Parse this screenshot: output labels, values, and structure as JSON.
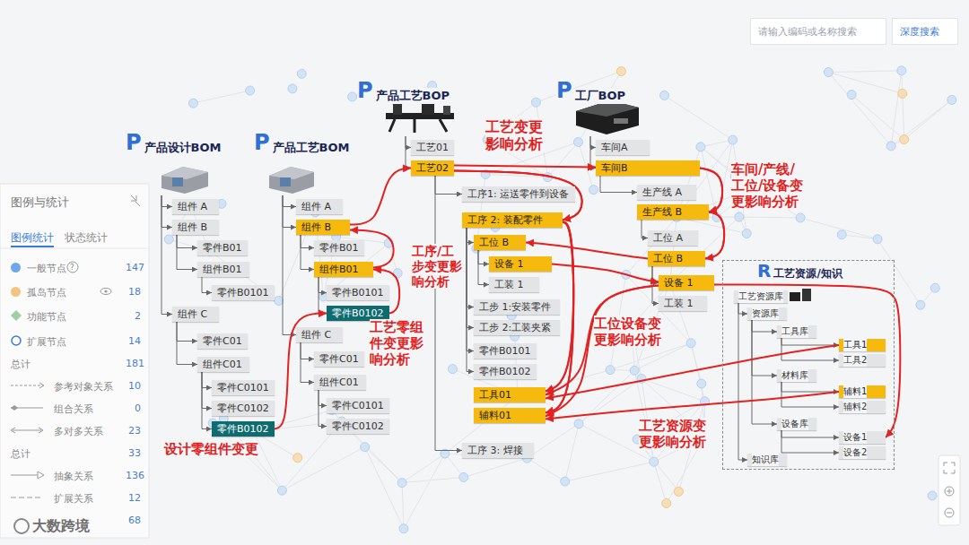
{
  "diagram": {
    "nodes": [
      {
        "text": [
          "请输入编码或名称搜索"
        ]
      },
      {
        "text": [
          "深度搜索"
        ]
      },
      {
        "text": [
          "图例与统计"
        ]
      },
      {
        "text": [
          "P",
          "产品设计BOM"
        ]
      },
      {
        "text": [
          "组件 A"
        ]
      },
      {
        "text": [
          "组件 B"
        ]
      },
      {
        "text": [
          "零件B01"
        ]
      },
      {
        "text": [
          "组件B01"
        ]
      },
      {
        "text": [
          "零件B0101"
        ]
      },
      {
        "text": [
          "组件 C"
        ]
      },
      {
        "text": [
          "零件C01"
        ]
      },
      {
        "text": [
          "组件C01"
        ]
      },
      {
        "text": [
          "零件C0101"
        ]
      },
      {
        "text": [
          "零件C0102"
        ]
      },
      {
        "text": [
          "零件B0102"
        ]
      },
      {
        "text": [
          "P",
          "产品工艺BOM"
        ]
      },
      {
        "text": [
          "组件 A"
        ]
      },
      {
        "text": [
          "组件 B"
        ]
      },
      {
        "text": [
          "零件B01"
        ]
      },
      {
        "text": [
          "组件B01"
        ]
      },
      {
        "text": [
          "零件B0101"
        ]
      },
      {
        "text": [
          "零件B0102"
        ]
      },
      {
        "text": [
          "组件 C"
        ]
      },
      {
        "text": [
          "零件C01"
        ]
      },
      {
        "text": [
          "组件C01"
        ]
      },
      {
        "text": [
          "零件C0101"
        ]
      },
      {
        "text": [
          "零件C0102"
        ]
      },
      {
        "text": [
          "P",
          "产品工艺BOP"
        ]
      },
      {
        "text": [
          "工艺01"
        ]
      },
      {
        "text": [
          "工艺02"
        ]
      },
      {
        "text": [
          "工序1: 运送零件到设备"
        ]
      },
      {
        "text": [
          "工序 2: 装配零件"
        ]
      },
      {
        "text": [
          "工位 B"
        ]
      },
      {
        "text": [
          "设备 1"
        ]
      },
      {
        "text": [
          "工装 1"
        ]
      },
      {
        "text": [
          "工步 1:安装零件"
        ]
      },
      {
        "text": [
          "工步 2:工装夹紧"
        ]
      },
      {
        "text": [
          "零件B0101"
        ]
      },
      {
        "text": [
          "零件B0102"
        ]
      },
      {
        "text": [
          "工具01"
        ]
      },
      {
        "text": [
          "辅料01"
        ]
      },
      {
        "text": [
          "工序 3: 焊接"
        ]
      },
      {
        "text": [
          "P",
          "工厂BOP"
        ]
      },
      {
        "text": [
          "车间A"
        ]
      },
      {
        "text": [
          "车间B"
        ]
      },
      {
        "text": [
          "生产线 A"
        ]
      },
      {
        "text": [
          "生产线 B"
        ]
      },
      {
        "text": [
          "工位 A"
        ]
      },
      {
        "text": [
          "工位 B"
        ]
      },
      {
        "text": [
          "设备 1"
        ]
      },
      {
        "text": [
          "工装 1"
        ]
      },
      {
        "text": [
          "R",
          "工艺资源/知识"
        ]
      },
      {
        "text": [
          "工艺资源库"
        ],
        "in": 51
      },
      {
        "text": [
          "资源库"
        ],
        "in": 51
      },
      {
        "text": [
          "工具库"
        ],
        "in": 51
      },
      {
        "text": [
          "工具1"
        ],
        "in": 51
      },
      {
        "text": [
          "工具2"
        ],
        "in": 51
      },
      {
        "text": [
          "材料库"
        ],
        "in": 51
      },
      {
        "text": [
          "辅料1"
        ],
        "in": 51
      },
      {
        "text": [
          "辅料2"
        ],
        "in": 51
      },
      {
        "text": [
          "设备库"
        ],
        "in": 51
      },
      {
        "text": [
          "设备1"
        ],
        "in": 51
      },
      {
        "text": [
          "设备2"
        ],
        "in": 51
      },
      {
        "text": [
          "知识库"
        ],
        "in": 51
      }
    ],
    "edges": [
      {
        "from": 3,
        "to": 4,
        "arrow": "to"
      },
      {
        "from": 3,
        "to": 5,
        "arrow": "to"
      },
      {
        "from": 3,
        "to": 9,
        "arrow": "to"
      },
      {
        "from": 5,
        "to": 6,
        "arrow": "to"
      },
      {
        "from": 5,
        "to": 7,
        "arrow": "to"
      },
      {
        "from": 7,
        "to": 8,
        "arrow": "to"
      },
      {
        "from": 9,
        "to": 10,
        "arrow": "to"
      },
      {
        "from": 9,
        "to": 11,
        "arrow": "to"
      },
      {
        "from": 11,
        "to": 12,
        "arrow": "to"
      },
      {
        "from": 11,
        "to": 13,
        "arrow": "to"
      },
      {
        "from": 11,
        "to": 14,
        "arrow": "to"
      },
      {
        "from": 15,
        "to": 16,
        "arrow": "to"
      },
      {
        "from": 15,
        "to": 17,
        "arrow": "to"
      },
      {
        "from": 15,
        "to": 22,
        "arrow": "to"
      },
      {
        "from": 17,
        "to": 18,
        "arrow": "to"
      },
      {
        "from": 17,
        "to": 19,
        "arrow": "to"
      },
      {
        "from": 19,
        "to": 20,
        "arrow": "to"
      },
      {
        "from": 19,
        "to": 21,
        "arrow": "to"
      },
      {
        "from": 22,
        "to": 23,
        "arrow": "to"
      },
      {
        "from": 22,
        "to": 24,
        "arrow": "to"
      },
      {
        "from": 24,
        "to": 25,
        "arrow": "to"
      },
      {
        "from": 24,
        "to": 26,
        "arrow": "to"
      },
      {
        "from": 27,
        "to": 28,
        "arrow": "to"
      },
      {
        "from": 27,
        "to": 29,
        "arrow": "to"
      },
      {
        "from": 29,
        "to": 30,
        "arrow": "to"
      },
      {
        "from": 29,
        "to": 31,
        "arrow": "to"
      },
      {
        "from": 29,
        "to": 41,
        "arrow": "to"
      },
      {
        "from": 31,
        "to": 32,
        "arrow": "to"
      },
      {
        "from": 32,
        "to": 33,
        "arrow": "to"
      },
      {
        "from": 32,
        "to": 34,
        "arrow": "to"
      },
      {
        "from": 31,
        "to": 35,
        "arrow": "to"
      },
      {
        "from": 31,
        "to": 36,
        "arrow": "to"
      },
      {
        "from": 31,
        "to": 37,
        "arrow": "to"
      },
      {
        "from": 31,
        "to": 38,
        "arrow": "to"
      },
      {
        "from": 31,
        "to": 39,
        "arrow": "to"
      },
      {
        "from": 31,
        "to": 40,
        "arrow": "to"
      },
      {
        "from": 42,
        "to": 43,
        "arrow": "to"
      },
      {
        "from": 42,
        "to": 44,
        "arrow": "to"
      },
      {
        "from": 44,
        "to": 45,
        "arrow": "to"
      },
      {
        "from": 44,
        "to": 46,
        "arrow": "to"
      },
      {
        "from": 46,
        "to": 47,
        "arrow": "to"
      },
      {
        "from": 46,
        "to": 48,
        "arrow": "to"
      },
      {
        "from": 48,
        "to": 49,
        "arrow": "to"
      },
      {
        "from": 48,
        "to": 50,
        "arrow": "to"
      },
      {
        "from": 52,
        "to": 53,
        "arrow": "to"
      },
      {
        "from": 52,
        "to": 63,
        "arrow": "to"
      },
      {
        "from": 53,
        "to": 54,
        "arrow": "to"
      },
      {
        "from": 53,
        "to": 57,
        "arrow": "to"
      },
      {
        "from": 53,
        "to": 60,
        "arrow": "to"
      },
      {
        "from": 54,
        "to": 55,
        "arrow": "to"
      },
      {
        "from": 54,
        "to": 56,
        "arrow": "to"
      },
      {
        "from": 57,
        "to": 58,
        "arrow": "to"
      },
      {
        "from": 57,
        "to": 59,
        "arrow": "to"
      },
      {
        "from": 60,
        "to": 61,
        "arrow": "to"
      },
      {
        "from": 60,
        "to": 62,
        "arrow": "to"
      },
      {
        "from": 14,
        "to": 21,
        "arrow": "to"
      },
      {
        "from": 21,
        "to": 19,
        "arrow": "to"
      },
      {
        "from": 19,
        "to": 17,
        "arrow": "to"
      },
      {
        "from": 17,
        "to": 29,
        "arrow": "to"
      },
      {
        "from": 29,
        "to": 44,
        "arrow": "to"
      },
      {
        "from": 29,
        "to": 31,
        "arrow": "to"
      },
      {
        "from": 31,
        "to": 39,
        "arrow": "to"
      },
      {
        "from": 31,
        "to": 40,
        "arrow": "to"
      },
      {
        "from": 44,
        "to": 46,
        "arrow": "to"
      },
      {
        "from": 46,
        "to": 48,
        "arrow": "to"
      },
      {
        "from": 48,
        "to": 32,
        "arrow": "to"
      },
      {
        "from": 33,
        "to": 49,
        "arrow": "to"
      },
      {
        "from": 49,
        "to": 39,
        "arrow": "to"
      },
      {
        "from": 49,
        "to": 40,
        "arrow": "to"
      },
      {
        "from": 49,
        "to": 61,
        "arrow": "to"
      },
      {
        "from": 55,
        "to": 39,
        "arrow": "to"
      },
      {
        "from": 58,
        "to": 40,
        "arrow": "to"
      }
    ],
    "labels": [
      "设计零组件变更",
      "工艺零组 件变更影 响分析",
      "工序/工 步变更影 响分析",
      "工艺变更 影响分析",
      "车间/产线/ 工位/设备变 更影响分析",
      "工位设备变 更影响分析",
      "工艺资源变 更影响分析",
      "图例统计",
      "状态统计",
      "?",
      "147",
      "18",
      "2",
      "14",
      "总计",
      "181",
      "10",
      "0",
      "23",
      "总计",
      "33",
      "136",
      "12",
      "68",
      "大数跨境"
    ],
    "legend": [
      {
        "text": "一般节点",
        "color": "#6fa8e8"
      },
      {
        "text": "孤岛节点",
        "color": "#f2c47f"
      },
      {
        "text": "功能节点"
      },
      {
        "text": "扩展节点"
      },
      {
        "text": "参考对象关系"
      },
      {
        "text": "组合关系"
      },
      {
        "text": "多对多关系"
      },
      {
        "text": "抽象关系"
      },
      {
        "text": "扩展关系"
      }
    ]
  }
}
